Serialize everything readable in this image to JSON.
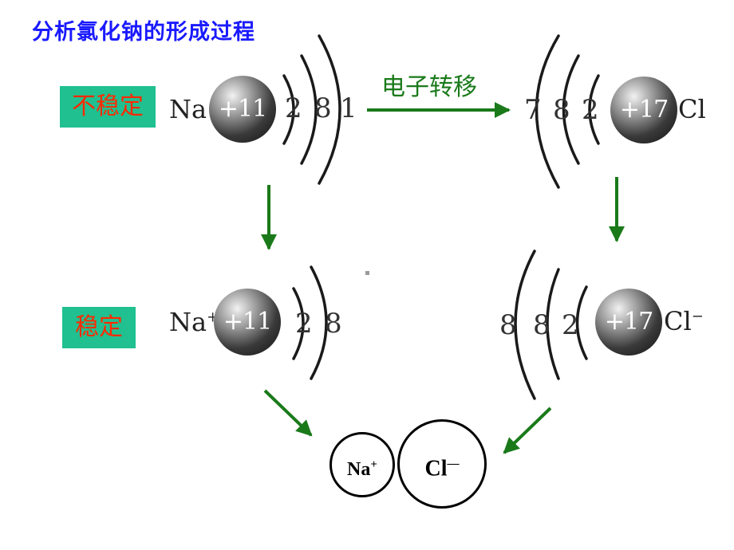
{
  "title": "分析氯化钠的形成过程",
  "unstable_label": "不稳定",
  "stable_label": "稳定",
  "transfer_label": "电子转移",
  "na_atom": {
    "symbol": "Na",
    "nucleus": "+11",
    "shells": [
      "2",
      "8",
      "1"
    ]
  },
  "cl_atom": {
    "symbol": "Cl",
    "nucleus": "+17",
    "shells": [
      "7",
      "8",
      "2"
    ]
  },
  "na_ion": {
    "symbol": "Na",
    "charge": "+",
    "nucleus": "+11",
    "shells": [
      "2",
      "8"
    ]
  },
  "cl_ion": {
    "symbol": "Cl",
    "charge": "−",
    "nucleus": "+17",
    "shells": [
      "8",
      "8",
      "2"
    ]
  },
  "compound": {
    "na": {
      "symbol": "Na",
      "charge": "+"
    },
    "cl": {
      "symbol": "Cl",
      "charge": "—"
    }
  },
  "colors": {
    "title": "#1a1aff",
    "label_text": "#ff2a00",
    "label_bg": "#20c090",
    "arrow": "#1a7a1a",
    "transfer_text": "#1a7a1a"
  }
}
